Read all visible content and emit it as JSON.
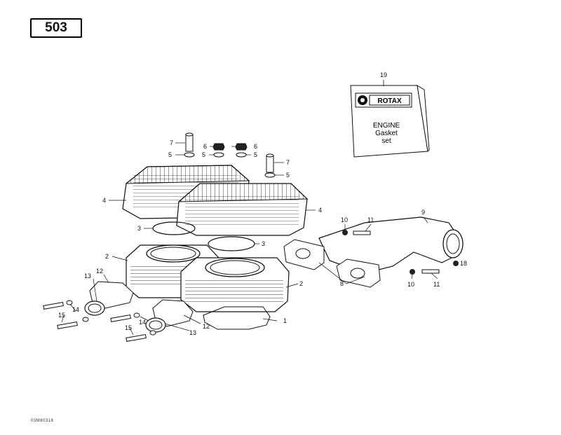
{
  "page_number": "503",
  "figure_code": "03M80318",
  "gasket_set": {
    "brand": "ROTAX",
    "lines": [
      "ENGINE",
      "Gasket",
      "set"
    ]
  },
  "callouts": [
    {
      "id": "c1",
      "text": "1"
    },
    {
      "id": "c2a",
      "text": "2"
    },
    {
      "id": "c2b",
      "text": "2"
    },
    {
      "id": "c3a",
      "text": "3"
    },
    {
      "id": "c3b",
      "text": "3"
    },
    {
      "id": "c4a",
      "text": "4"
    },
    {
      "id": "c4b",
      "text": "4"
    },
    {
      "id": "c5a",
      "text": "5"
    },
    {
      "id": "c5b",
      "text": "5"
    },
    {
      "id": "c5c",
      "text": "5"
    },
    {
      "id": "c5d",
      "text": "5"
    },
    {
      "id": "c6a",
      "text": "6"
    },
    {
      "id": "c6b",
      "text": "6"
    },
    {
      "id": "c7a",
      "text": "7"
    },
    {
      "id": "c7b",
      "text": "7"
    },
    {
      "id": "c8",
      "text": "8"
    },
    {
      "id": "c9",
      "text": "9"
    },
    {
      "id": "c10a",
      "text": "10"
    },
    {
      "id": "c10b",
      "text": "10"
    },
    {
      "id": "c11a",
      "text": "11"
    },
    {
      "id": "c11b",
      "text": "11"
    },
    {
      "id": "c12a",
      "text": "12"
    },
    {
      "id": "c12b",
      "text": "12"
    },
    {
      "id": "c13a",
      "text": "13"
    },
    {
      "id": "c13b",
      "text": "13"
    },
    {
      "id": "c14a",
      "text": "14"
    },
    {
      "id": "c14b",
      "text": "14"
    },
    {
      "id": "c15a",
      "text": "15"
    },
    {
      "id": "c15b",
      "text": "15"
    },
    {
      "id": "c18",
      "text": "18"
    },
    {
      "id": "c19",
      "text": "19"
    }
  ]
}
